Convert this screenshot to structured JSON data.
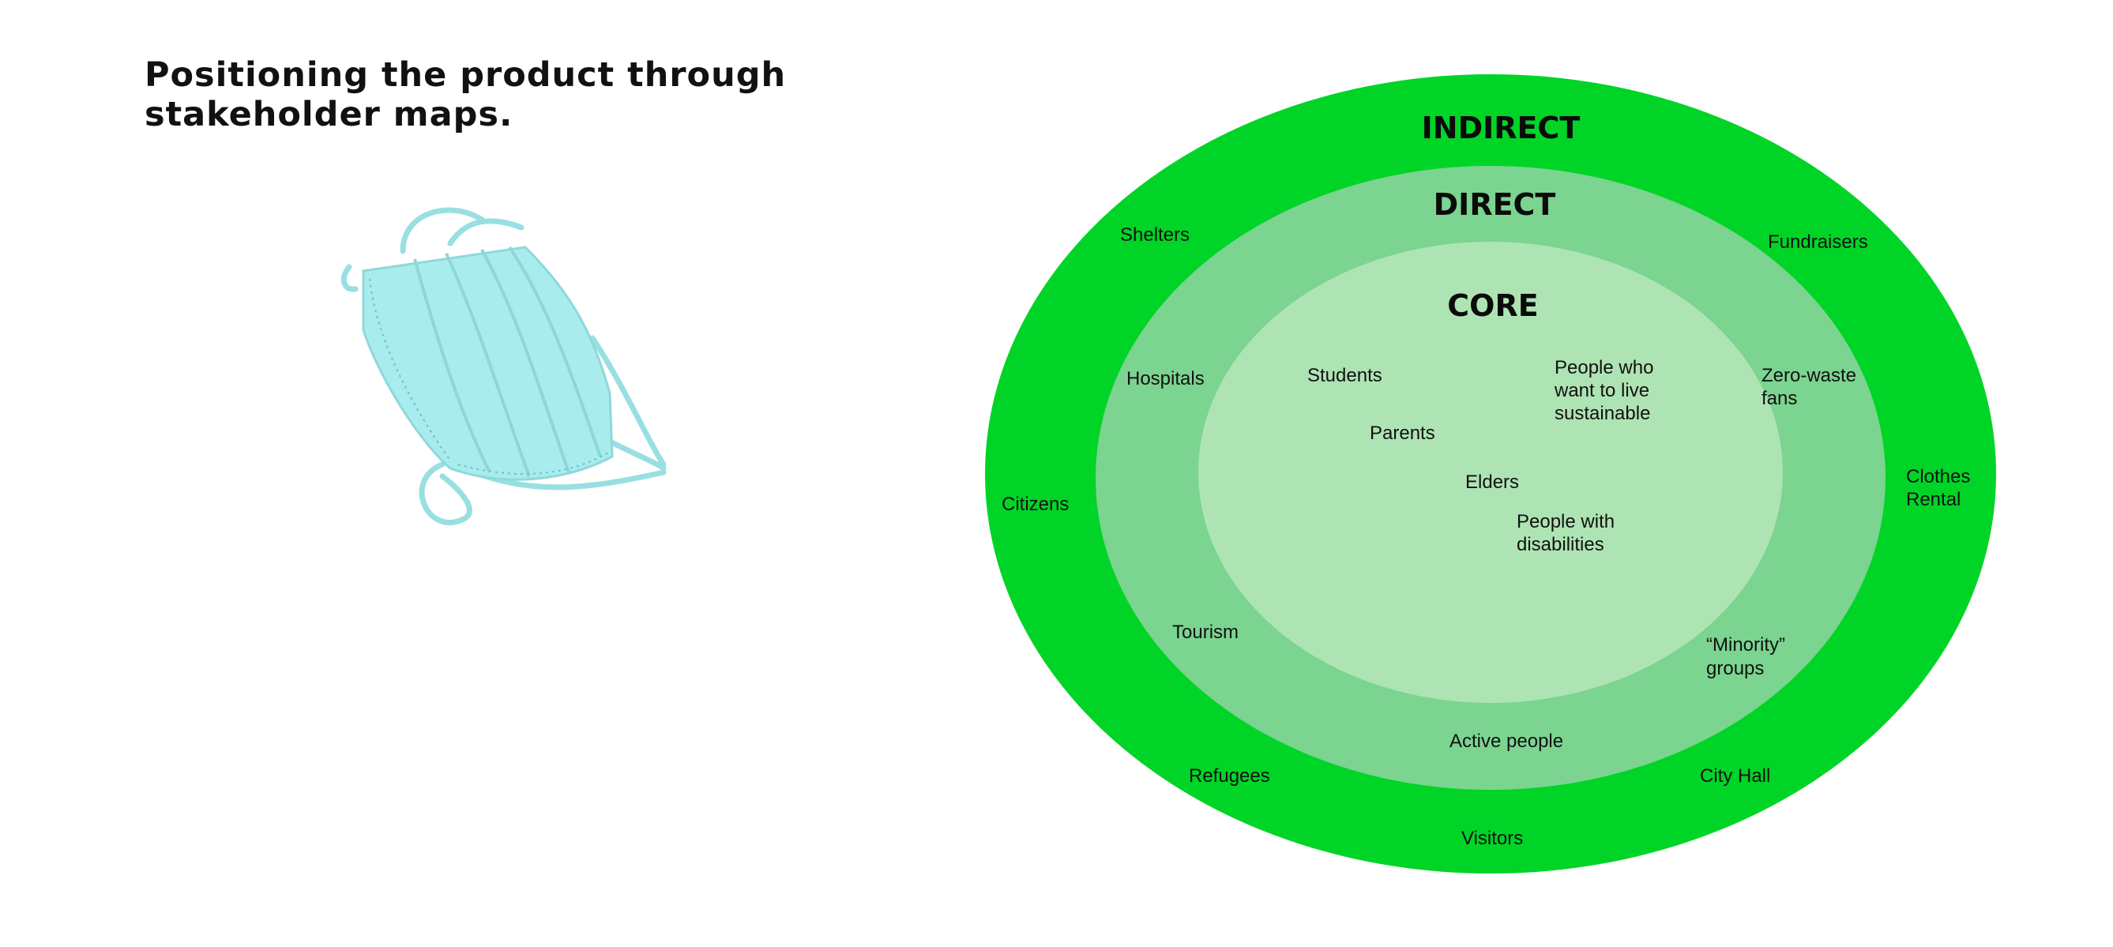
{
  "title": {
    "line1": "Positioning the product through",
    "line2": "stakeholder maps."
  },
  "colors": {
    "indirect": "#00d426",
    "direct": "#7bd490",
    "core": "#aee4b3",
    "mask": "#a9ecee"
  },
  "image": {
    "icon": "surgical-mask-icon"
  },
  "rings": {
    "indirect": "INDIRECT",
    "direct": "DIRECT",
    "core": "CORE"
  },
  "stakeholders": {
    "indirect": {
      "shelters": "Shelters",
      "fundraisers": "Fundraisers",
      "citizens": "Citizens",
      "clothes_rental": [
        "Clothes",
        "Rental"
      ],
      "refugees": "Refugees",
      "city_hall": "City Hall",
      "visitors": "Visitors"
    },
    "direct": {
      "hospitals": "Hospitals",
      "zero_waste": [
        "Zero-waste",
        "fans"
      ],
      "tourism": "Tourism",
      "minority": [
        "“Minority”",
        "groups"
      ],
      "active_people": "Active people"
    },
    "core": {
      "students": "Students",
      "sustainable": [
        "People who",
        "want to live",
        "sustainable"
      ],
      "parents": "Parents",
      "elders": "Elders",
      "disabilities": [
        "People with",
        "disabilities"
      ]
    }
  }
}
